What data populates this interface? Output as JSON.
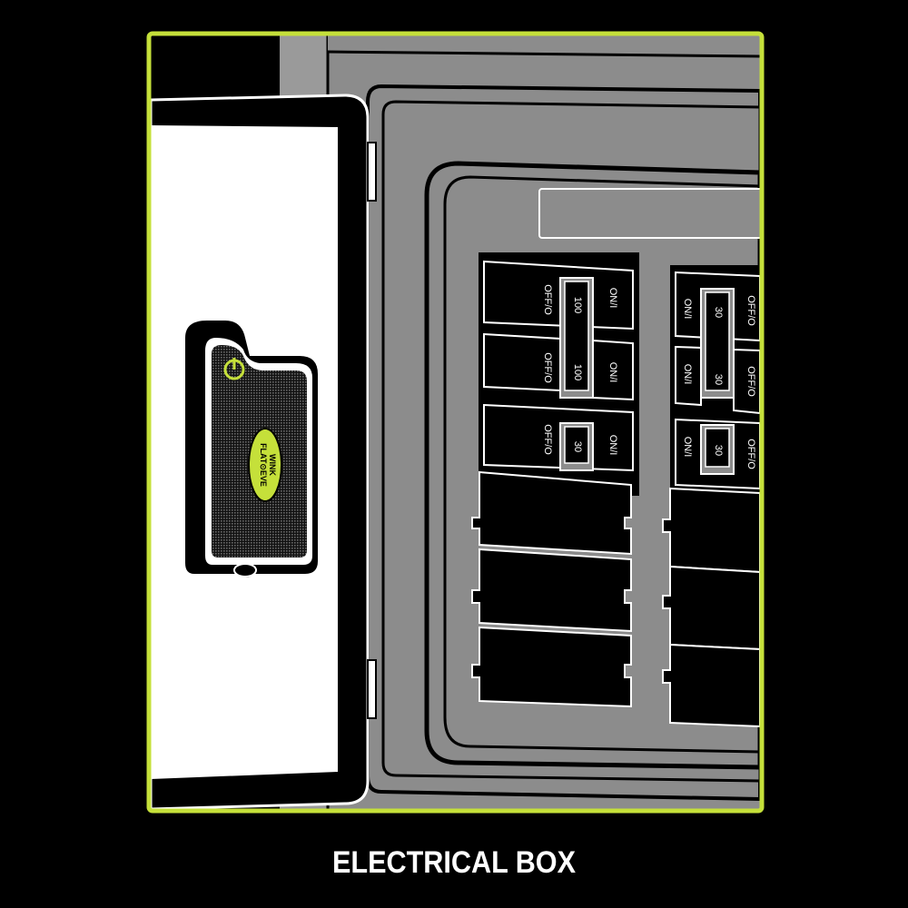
{
  "caption": "ELECTRICAL BOX",
  "colors": {
    "background": "#000000",
    "frame_accent": "#c5e03a",
    "panel_gray": "#8c8c8c",
    "door_white": "#ffffff",
    "sensor_accent": "#c5e03a"
  },
  "sensor": {
    "logo_line1": "FLAT⊙EVE",
    "logo_line2": "WINK",
    "power_icon": "power-icon"
  },
  "breakers": {
    "left": [
      {
        "on": "ON/I",
        "off": "OFF/O",
        "amps": "100"
      },
      {
        "on": "ON/I",
        "off": "OFF/O",
        "amps": "100"
      },
      {
        "on": "ON/I",
        "off": "OFF/O",
        "amps": "30"
      }
    ],
    "right": [
      {
        "on": "ON/I",
        "off": "OFF/O",
        "amps": "30"
      },
      {
        "on": "ON/I",
        "off": "OFF/O",
        "amps": "30"
      },
      {
        "on": "ON/I",
        "off": "OFF/O",
        "amps": "30"
      }
    ]
  }
}
